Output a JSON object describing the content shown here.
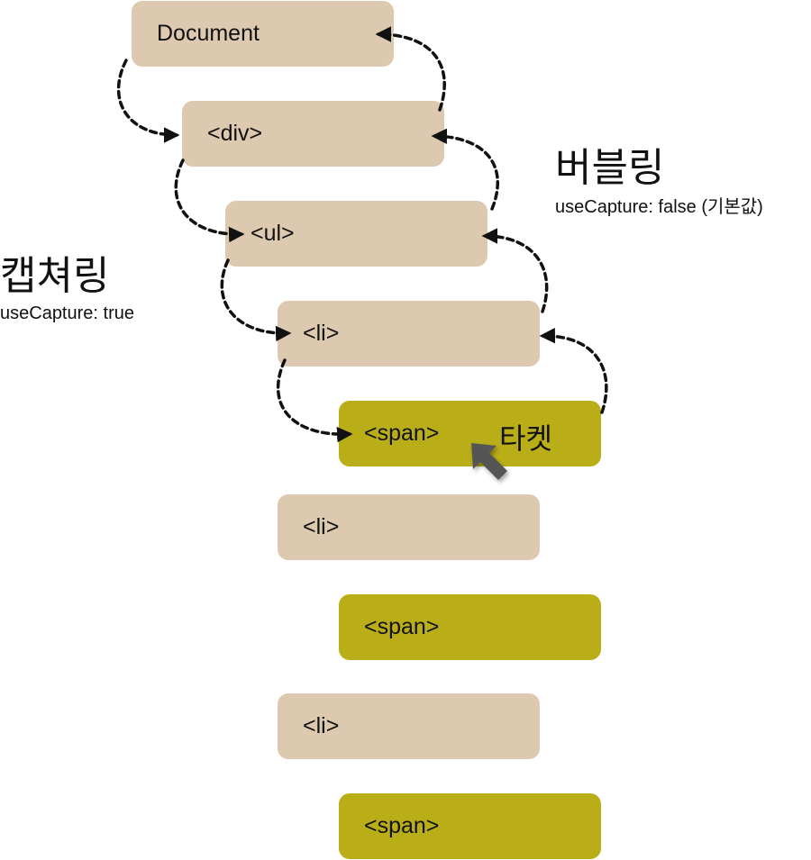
{
  "nodes": {
    "document": "Document",
    "div": "<div>",
    "ul": "<ul>",
    "li_1": "<li>",
    "span_target": "<span>",
    "li_2": "<li>",
    "span_2": "<span>",
    "li_3": "<li>",
    "span_3": "<span>"
  },
  "target_label": "타켓",
  "capturing": {
    "title": "캡쳐링",
    "subtitle": "useCapture: true"
  },
  "bubbling": {
    "title": "버블링",
    "subtitle": "useCapture: false (기본값)"
  },
  "colors": {
    "element_fill": "#dcc9b0",
    "target_fill": "#b9ad18",
    "arrow": "#111111",
    "cursor": "#555555"
  }
}
